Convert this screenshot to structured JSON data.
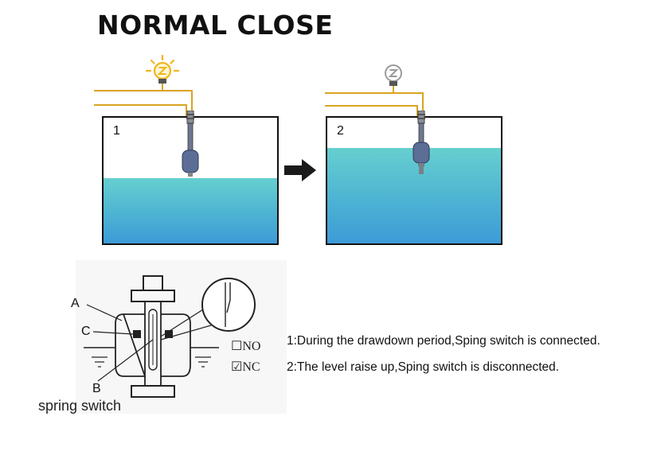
{
  "title": "NORMAL CLOSE",
  "tank1": {
    "number": "1"
  },
  "tank2": {
    "number": "2"
  },
  "detail": {
    "label_a": "A",
    "label_c": "C",
    "label_b": "B",
    "spring_switch": "spring switch",
    "option_no": "NO",
    "option_nc": "NC",
    "checkbox_no": "☐",
    "checkbox_nc": "☑"
  },
  "descriptions": [
    "1:During the drawdown period,Sping switch is connected.",
    "2:The level raise up,Sping switch is disconnected."
  ],
  "colors": {
    "wire": "#d9a521",
    "bulb_on": "#f2b51f",
    "bulb_off": "#9a9a9a",
    "water_top": "#66cfcf",
    "water_bottom": "#3d9bd6",
    "float": "#5c6d96"
  }
}
